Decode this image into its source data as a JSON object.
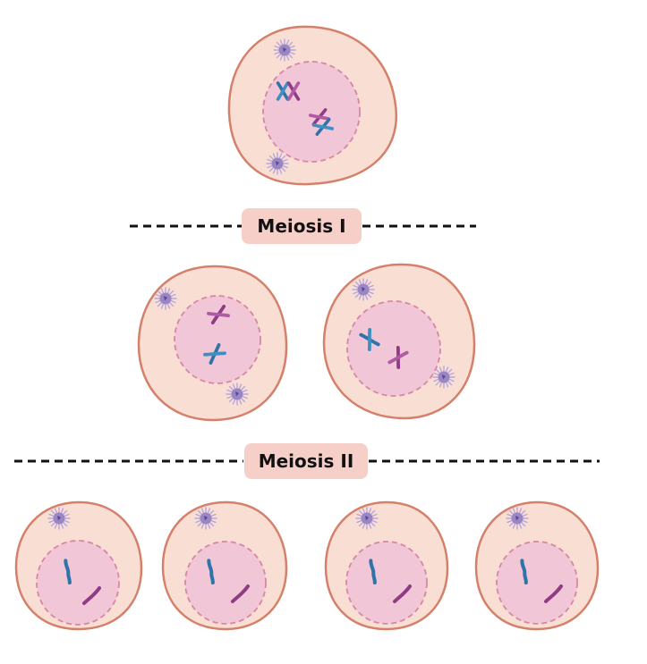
{
  "labels": {
    "meiosis_one": "Meiosis I",
    "meiosis_two": "Meiosis II"
  },
  "colors": {
    "cytoplasm": "#f9dfd3",
    "membrane": "#d5806b",
    "nucleus": "#f1c6d6",
    "nuclear_envelope": "#d786a6",
    "chromosome_blue": "#2f73a8",
    "chromosome_purple": "#8e3c86",
    "centrosome": "#9a86c4",
    "label_background": "#f6cfc9"
  },
  "stages": [
    {
      "name": "parent-cell",
      "cells": 1,
      "chromosomes_per_cell": "2 homologous pairs"
    },
    {
      "name": "meiosis-one-products",
      "cells": 2,
      "chromosomes_per_cell": "2 chromosomes"
    },
    {
      "name": "meiosis-two-products",
      "cells": 4,
      "chromosomes_per_cell": "2 chromatids"
    }
  ],
  "icons": [
    "centrosome-icon",
    "chromosome-icon"
  ]
}
